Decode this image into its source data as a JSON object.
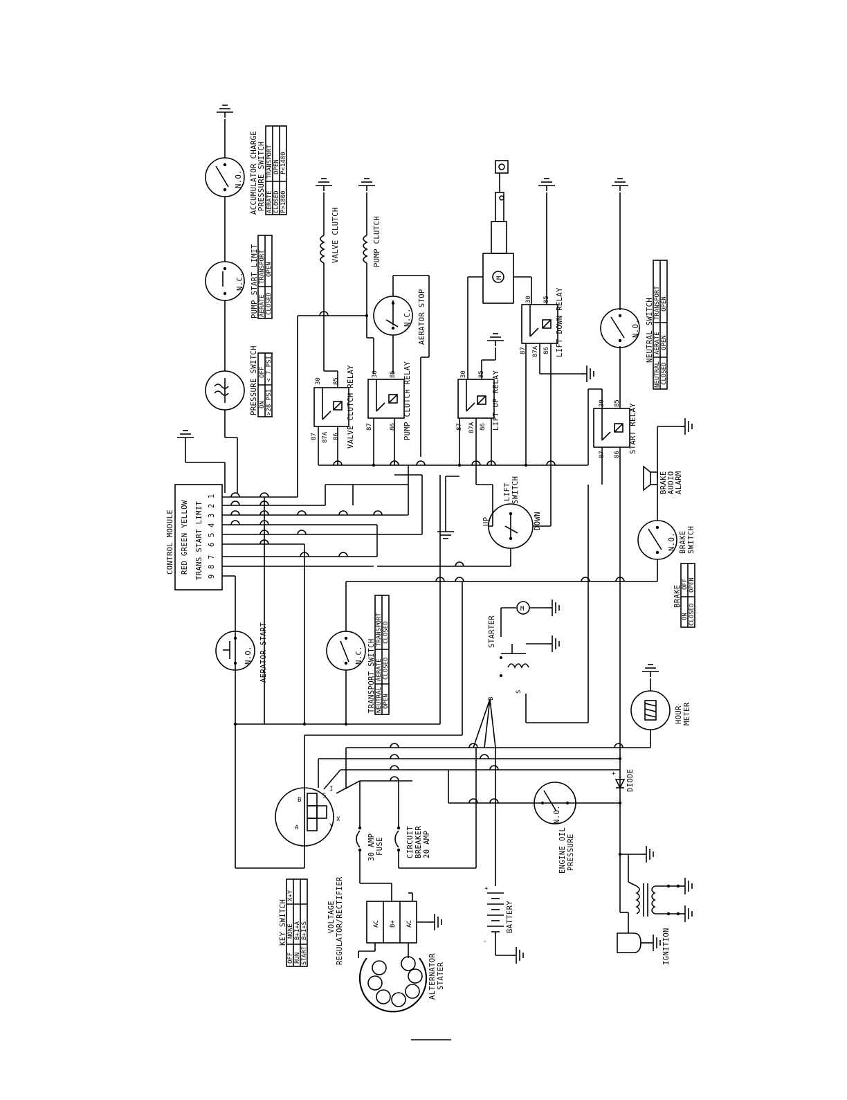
{
  "control_module": {
    "title": "CONTROL MODULE",
    "line1": "RED  GREEN YELLOW",
    "line2": "TRANS START LIMIT",
    "pins": [
      "9",
      "8",
      "7",
      "6",
      "5",
      "4",
      "3",
      "2",
      "1"
    ]
  },
  "switches": {
    "accumulator": {
      "line1": "ACCUMULATOR CHARGE",
      "line2": "PRESSURE SWITCH",
      "state": "N.O.",
      "table": [
        [
          "AERATE",
          "TRANSPORT"
        ],
        [
          "CLOSED",
          "OPEN"
        ],
        [
          "P>1800",
          "P<1400"
        ]
      ]
    },
    "pump_start_limit": {
      "label": "PUMP START LIMIT",
      "state": "N.C.",
      "table": [
        [
          "AERATE",
          "TRANSPORT"
        ],
        [
          "CLOSED",
          "OPEN"
        ]
      ]
    },
    "pressure": {
      "label": "PRESSURE SWITCH",
      "table": [
        [
          "ON",
          "OFF"
        ],
        [
          ">28 PSI",
          "< 7 PSI"
        ]
      ]
    },
    "aerator_stop": {
      "label": "AERATOR STOP",
      "state": "N.C."
    },
    "neutral": {
      "label": "NEUTRAL SWITCH",
      "state": "N.O.",
      "table": [
        [
          "NEUTRAL",
          "AERATE",
          "TRANSPORT"
        ],
        [
          "CLOSED",
          "OPEN",
          "OPEN"
        ]
      ]
    },
    "brake": {
      "line1": "BRAKE",
      "line2": "SWITCH",
      "state": "N.O.",
      "table_title": "BRAKE",
      "table": [
        [
          "ON",
          "OFF"
        ],
        [
          "CLOSED",
          "OPEN"
        ]
      ]
    },
    "aerator_start": {
      "label": "AERATOR START",
      "state": "N.O."
    },
    "transport": {
      "label": "TRANSPORT SWITCH",
      "state": "N.C.",
      "table": [
        [
          "NEUTRAL",
          "AERATE",
          "TRANSPORT"
        ],
        [
          "OPEN",
          "CLOSED",
          "CLOSED"
        ]
      ]
    },
    "lift": {
      "line1": "LIFT",
      "line2": "SWITCH",
      "up": "UP",
      "down": "DOWN"
    },
    "engine_oil": {
      "line1": "ENGINE OIL",
      "line2": "PRESSURE",
      "state": "N.O."
    }
  },
  "relays": {
    "valve_clutch": "VALVE CLUTCH RELAY",
    "pump_clutch": "PUMP CLUTCH RELAY",
    "lift_up": "LIFT UP RELAY",
    "lift_down": "LIFT DOWN RELAY",
    "start": "START RELAY",
    "terminals": {
      "t30": "30",
      "t85": "85",
      "t87": "87",
      "t87a": "87A",
      "t86": "86"
    }
  },
  "clutches": {
    "valve": "VALVE CLUTCH",
    "pump": "PUMP CLUTCH"
  },
  "brake_alarm": {
    "line1": "BRAKE",
    "line2": "AUDIO",
    "line3": "ALARM"
  },
  "starter": {
    "label": "STARTER",
    "b": "B",
    "s": "S",
    "motor": "M"
  },
  "hour_meter": {
    "line1": "HOUR",
    "line2": "METER"
  },
  "diode": {
    "label": "DIODE",
    "plus": "+"
  },
  "fuse": {
    "line1": "30 AMP",
    "line2": "FUSE"
  },
  "breaker": {
    "line1": "CIRCUIT",
    "line2": "BREAKER",
    "line3": "20 AMP"
  },
  "battery": {
    "label": "BATTERY",
    "plus": "+",
    "minus": "-"
  },
  "regulator": {
    "line1": "VOLTAGE",
    "line2": "REGULATOR/RECTIFIER",
    "ac1": "AC",
    "bplus": "B+",
    "ac2": "AC"
  },
  "alternator": {
    "line1": "ALTERNATOR",
    "line2": "STATER"
  },
  "ignition": {
    "label": "IGNITION"
  },
  "motor_symbol": "M",
  "key_switch": {
    "title": "KEY SWITCH",
    "letters": {
      "b": "B",
      "a": "A",
      "s": "S",
      "i": "I",
      "y": "Y",
      "x": "X"
    },
    "table": [
      [
        "OFF",
        "NONE",
        "X+Y"
      ],
      [
        "RUN",
        "B+I+A",
        ""
      ],
      [
        "START",
        "B+I+S",
        ""
      ]
    ]
  }
}
